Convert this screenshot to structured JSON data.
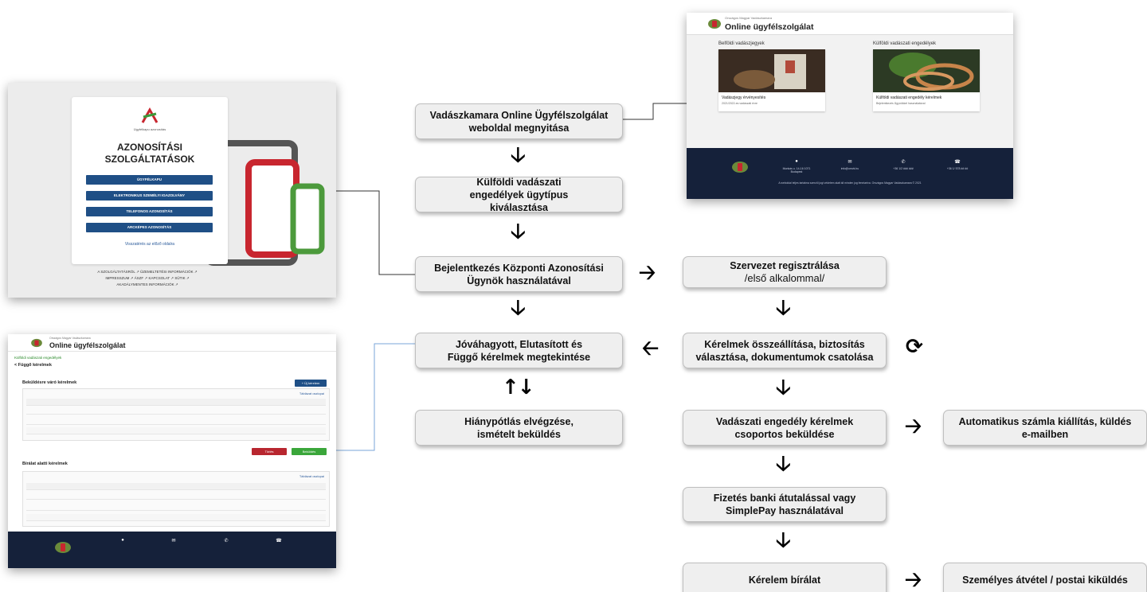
{
  "flow": {
    "open_site": "Vadászkamara Online Ügyfélszolgálat weboldal megnyitása",
    "select_type": "Külföldi vadászati engedélyek ügytípus kiválasztása",
    "login": "Bejelentkezés Központi Azonosítási Ügynök használatával",
    "view_requests": "Jóváhagyott, Elutasított és Függő kérelmek megtekintése",
    "supplement": "Hiánypótlás elvégzése, ismételt beküldés",
    "register_org_title": "Szervezet regisztrálása",
    "register_org_sub": "/első alkalommal/",
    "compile_requests": "Kérelmek összeállítása, biztosítás választása, dokumentumok csatolása",
    "batch_submit": "Vadászati engedély kérelmek csoportos beküldése",
    "auto_invoice": "Automatikus számla kiállítás, küldés e-mailben",
    "payment": "Fizetés banki átutalással vagy SimplePay használatával",
    "review": "Kérelem bírálat",
    "delivery": "Személyes átvétel / postai kiküldés"
  },
  "arrows": {
    "down": "🡣",
    "right": "🡢",
    "left": "🡠",
    "updown": "↑↓",
    "sync": "⟳"
  },
  "login_screen": {
    "logo_caption": "Ügyfélkapu azonosítás",
    "title_line1": "AZONOSÍTÁSI",
    "title_line2": "SZOLGÁLTATÁSOK",
    "buttons": [
      "ÜGYFÉLKAPU",
      "ELEKTRONIKUS SZEMÉLYI IGAZOLVÁNY",
      "TELEFONOS AZONOSÍTÁS",
      "ARCKÉPES AZONOSÍTÁS"
    ],
    "back_link": "Visszatérés az előző oldalra",
    "footer_links_line1": "A SZOLGÁLTATÁSRÓL ↗    ÜZEMELTETÉSI INFORMÁCIÓK ↗",
    "footer_links_line2": "IMPRESSZUM ↗    ÁSZF ↗    KAPCSOLAT ↗    SÜTIK ↗",
    "footer_links_line3": "AKADÁLYMENTES INFORMÁCIÓK ↗"
  },
  "site_screen": {
    "brand_small": "Országos Magyar Vadászkamara",
    "brand": "Online ügyfélszolgálat",
    "section_left": "Belföldi vadászjegyek",
    "section_right": "Külföldi vadászati engedélyek",
    "card_left_title": "Vadászjegy érvényesítés",
    "card_left_sub": "2021/2022-es vadászati évre",
    "card_right_title": "Külföldi vadászati engedély kérelmek",
    "card_right_sub": "Bejelentkezés Ügynökkel használatával",
    "footer": [
      "Munkás u. 14-16 1071 Budapest",
      "info@omvk.hu",
      "+36 1/2 ### ###",
      "+36 1/ 578 ## ##"
    ],
    "footer_note": "A weboldal teljes tartalma szerzői jogi védelem alatt áll minden jog fenntartva. Országos Magyar Vadászkamara © 2021"
  },
  "apps_screen": {
    "brand_small": "Országos Magyar Vadászkamara",
    "brand": "Online ügyfélszolgálat",
    "breadcrumb": "Külföldi vadászati engedélyek",
    "back": "< Függő kérelmek",
    "pending_title": "Beküldésre váró kérelmek",
    "new_button": "+ Új kérelem",
    "delete_button": "Törlés",
    "submit_button": "Beküldés",
    "review_title": "Bírálat alatti kérelmek",
    "table_settings": "Táblázat oszlopai"
  },
  "colors": {
    "box_bg": "#efefef",
    "login_button": "#1f4f86",
    "footer_bg": "#15213a",
    "delete_red": "#b8262f",
    "submit_green": "#3aa63a",
    "connector_blue": "#7aa6d8"
  }
}
